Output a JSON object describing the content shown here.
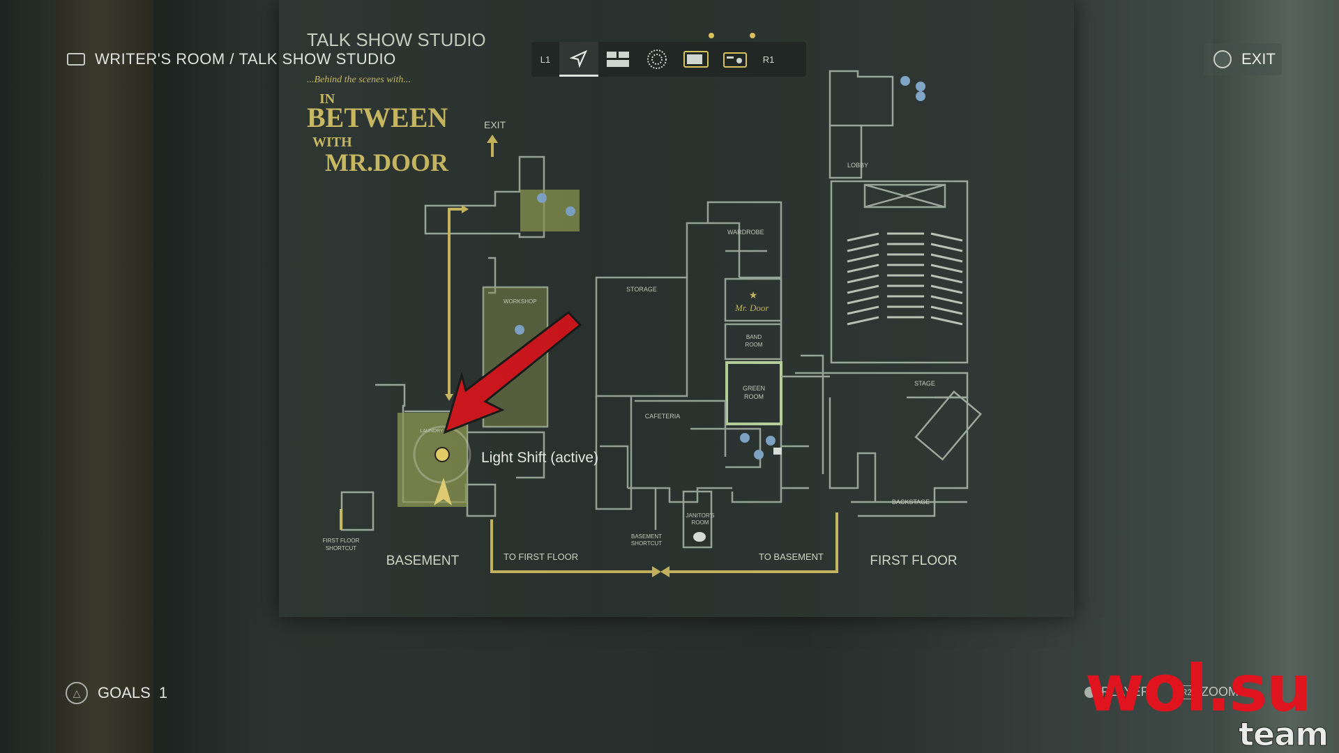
{
  "breadcrumb": {
    "parent": "WRITER'S ROOM",
    "separator": " / ",
    "current": "TALK SHOW STUDIO"
  },
  "exit_button": {
    "label": "EXIT",
    "icon": "circle-button-icon"
  },
  "toolbar": {
    "left_bumper": "L1",
    "right_bumper": "R1",
    "tabs": [
      {
        "name": "navigation-icon",
        "selected": true
      },
      {
        "name": "case-board-icon",
        "selected": false
      },
      {
        "name": "mind-place-icon",
        "selected": false
      },
      {
        "name": "tv-icon",
        "selected": false
      },
      {
        "name": "radio-icon",
        "selected": false
      }
    ]
  },
  "map": {
    "poster_title": "TALK SHOW STUDIO",
    "tagline": "...Behind the scenes with...",
    "show_title": {
      "line1": "IN",
      "line2": "BETWEEN",
      "line3": "WITH",
      "line4": "MR.DOOR"
    },
    "rooms": {
      "exit": "EXIT",
      "lobby": "LOBBY",
      "wardrobe": "WARDROBE",
      "storage": "STORAGE",
      "workshop": "WORKSHOP",
      "mr_door": "Mr. Door",
      "band_room": [
        "BAND",
        "ROOM"
      ],
      "green_room": [
        "GREEN",
        "ROOM"
      ],
      "cafeteria": "CAFETERIA",
      "stage": "STAGE",
      "backstage": "BACKSTAGE",
      "janitors_room": [
        "JANITOR'S",
        "ROOM"
      ],
      "basement_shortcut": [
        "BASEMENT",
        "SHORTCUT"
      ],
      "first_floor_shortcut": [
        "FIRST FLOOR",
        "SHORTCUT"
      ],
      "laundry": "LAUNDRY"
    },
    "floors": {
      "basement": "BASEMENT",
      "first_floor": "FIRST FLOOR"
    },
    "connectors": {
      "to_first_floor": "TO FIRST FLOOR",
      "to_basement": "TO BASEMENT"
    },
    "marker_tooltip": "Light Shift (active)"
  },
  "goals": {
    "label": "GOALS",
    "count": "1"
  },
  "bottom_controls": {
    "player": "PLAYER",
    "zoom_button": "R2",
    "zoom": "ZOOM"
  },
  "watermark": {
    "main": "wol.su",
    "sub": "team"
  },
  "colors": {
    "accent_gold": "#c9b860",
    "map_line": "#9aa89c",
    "highlight_room": "#8d9a52",
    "arrow_red": "#d0161c"
  }
}
